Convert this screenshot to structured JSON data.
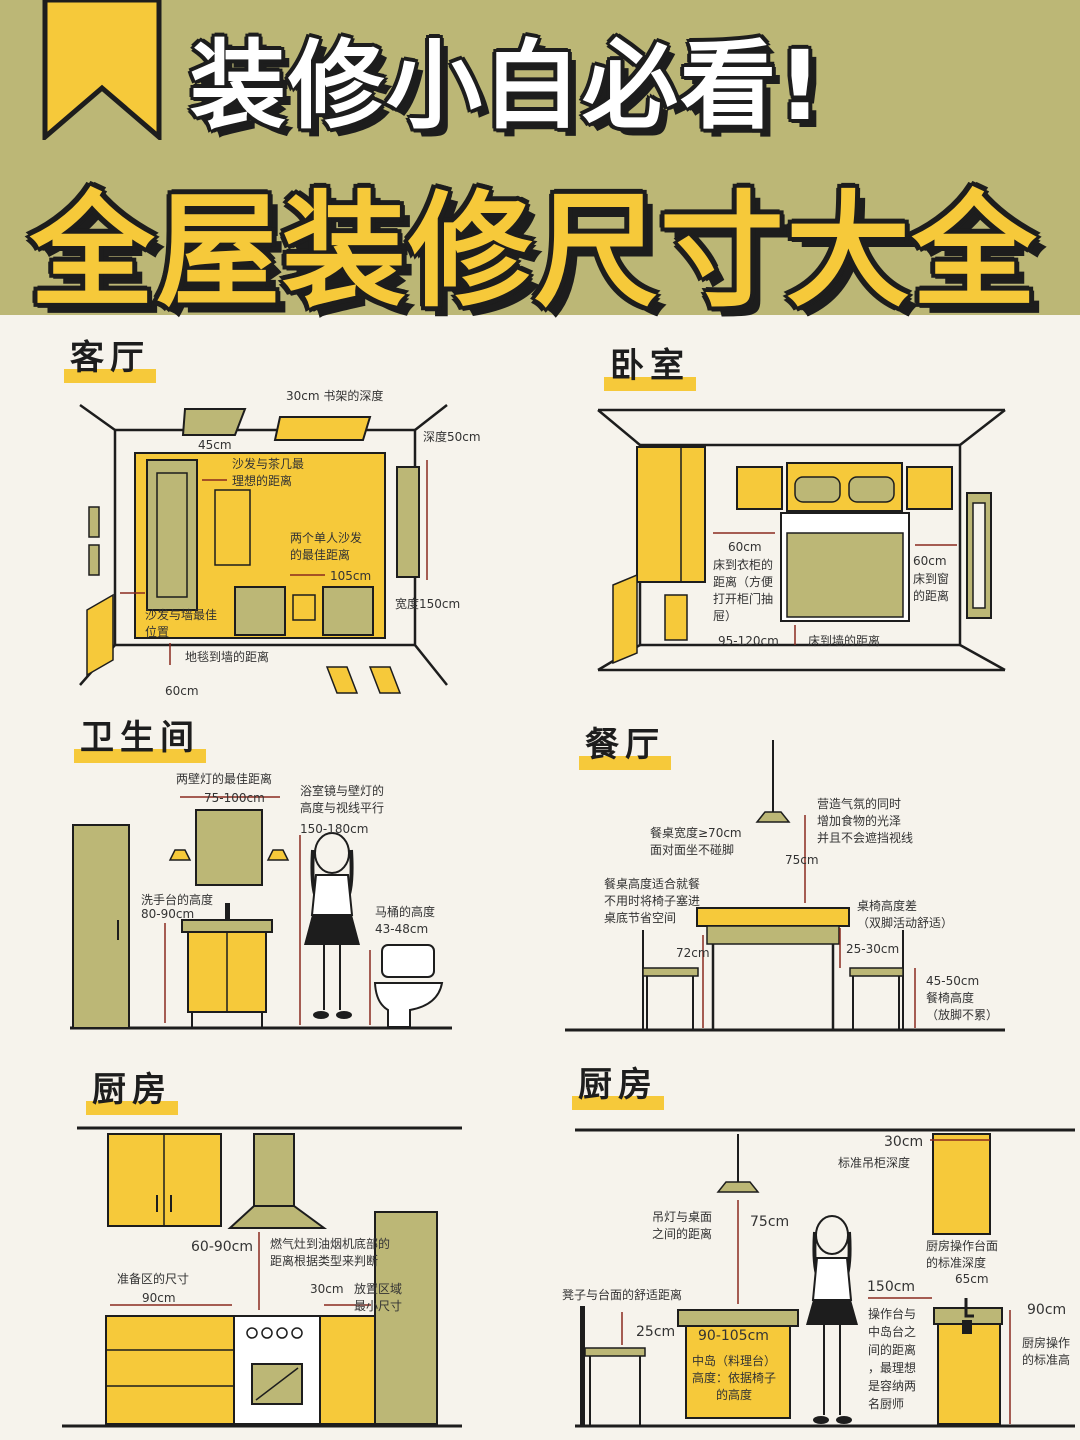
{
  "header": {
    "title_line1": "装修小白必看!",
    "title_line2": "全屋装修尺寸大全"
  },
  "colors": {
    "header_bg": "#bcb776",
    "accent_yellow": "#f6c93a",
    "olive": "#bcb776",
    "outline": "#1d1d1d",
    "measure_red": "#8a2a1e"
  },
  "living": {
    "title": "客厅",
    "labels": {
      "shelf": "30cm 书架的深度",
      "depth": "深度50cm",
      "sofa_table_dist": "45cm",
      "sofa_table_text": "沙发与茶几最\n理想的距离",
      "two_sofa_text": "两个单人沙发\n的最佳距离",
      "two_sofa_dist": "105cm",
      "width": "宽度150cm",
      "sofa_wall": "沙发与墙最佳\n位置",
      "rug_wall": "地毯到墙的距离",
      "rug_dist": "60cm"
    }
  },
  "bedroom": {
    "title": "卧室",
    "labels": {
      "bed_wardrobe_dist": "60cm",
      "bed_wardrobe_text": "床到衣柜的\n距离（方便\n打开柜门抽\n屉）",
      "bed_window_dist": "60cm",
      "bed_window_text": "床到窗\n的距离",
      "bed_wall_dist": "95-120cm",
      "bed_wall_text": "床到墙的距离"
    }
  },
  "bathroom": {
    "title": "卫生间",
    "labels": {
      "lamps_text": "两壁灯的最佳距离",
      "lamps_dist": "75-100cm",
      "mirror_text": "浴室镜与壁灯的\n高度与视线平行",
      "mirror_height": "150-180cm",
      "basin_text": "洗手台的高度",
      "basin_height": "80-90cm",
      "toilet_text": "马桶的高度",
      "toilet_height": "43-48cm"
    }
  },
  "dining": {
    "title": "餐厅",
    "labels": {
      "lamp_text": "营造气氛的同时\n增加食物的光泽\n并且不会遮挡视线",
      "table_width": "餐桌宽度≥70cm\n面对面坐不碰脚",
      "lamp_height": "75cm",
      "table_height_text": "餐桌高度适合就餐\n不用时将椅子塞进\n桌底节省空间",
      "seat_diff_text": "桌椅高度差\n（双脚活动舒适）",
      "table_height": "72cm",
      "seat_diff": "25-30cm",
      "seat_height": "45-50cm\n餐椅高度\n（放脚不累）"
    }
  },
  "kitchen1": {
    "title": "厨房",
    "labels": {
      "hood_dist": "60-90cm",
      "hood_text": "燃气灶到油烟机底部的\n距离根据类型来判断",
      "prep_text": "准备区的尺寸",
      "prep_dist": "90cm",
      "counter_dist": "30cm",
      "counter_text": "放置区域\n最小尺寸"
    }
  },
  "kitchen2": {
    "title": "厨房",
    "labels": {
      "cabinet_depth": "30cm",
      "cabinet_text": "标准吊柜深度",
      "pendant_text": "吊灯与桌面\n之间的距离",
      "pendant_dist": "75cm",
      "worktop_text": "厨房操作台面\n的标准深度",
      "worktop_depth": "65cm",
      "island_dist": "150cm",
      "island_dist_text": "操作台与\n中岛台之\n间的距离\n，最理想\n是容纳两\n名厨师",
      "stool_text": "凳子与台面的舒适距离",
      "stool_dist": "25cm",
      "island_height": "90-105cm",
      "island_text": "中岛（料理台）\n高度：依据椅子\n的高度",
      "worktop_height": "90cm",
      "worktop_height_text": "厨房操作\n的标准高"
    }
  }
}
